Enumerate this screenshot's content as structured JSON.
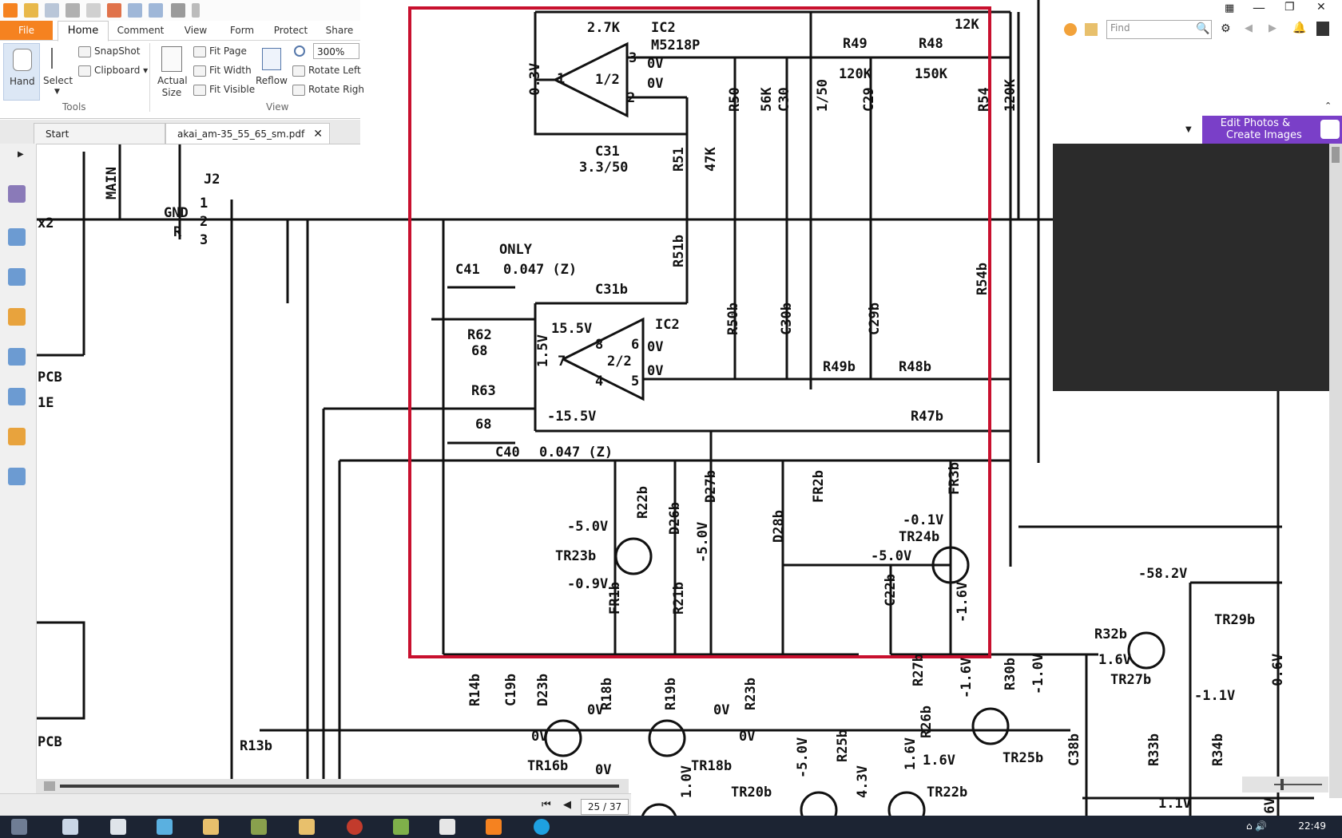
{
  "ribbon": {
    "tabs": [
      {
        "label": "File"
      },
      {
        "label": "Home"
      },
      {
        "label": "Comment"
      },
      {
        "label": "View"
      },
      {
        "label": "Form"
      },
      {
        "label": "Protect"
      },
      {
        "label": "Share"
      }
    ],
    "hand_label": "Hand",
    "select_label": "Select",
    "snapshot_label": "SnapShot",
    "clipboard_label": "Clipboard",
    "actual_size_label": "Actual Size",
    "fit_page_label": "Fit Page",
    "fit_width_label": "Fit Width",
    "fit_visible_label": "Fit Visible",
    "reflow_label": "Reflow",
    "zoom_value": "300%",
    "rotate_left_label": "Rotate Left",
    "rotate_right_label": "Rotate Righ",
    "group_tools": "Tools",
    "group_view": "View"
  },
  "doc_tabs": {
    "start": "Start",
    "file": "akai_am-35_55_65_sm.pdf"
  },
  "status": {
    "page": "25 / 37"
  },
  "right_window": {
    "find_placeholder": "Find",
    "edit_photos_line1": "Edit Photos &",
    "edit_photos_line2": "Create Images"
  },
  "taskbar": {
    "clock": "22:49"
  },
  "schematic": {
    "labels": [
      "2.7K",
      "IC2",
      "M5218P",
      "12K",
      "R49",
      "R48",
      "120K",
      "150K",
      "-0.3V",
      "0V",
      "1/2",
      "R50",
      "56K",
      "C30",
      "1/50",
      "C29",
      "R54",
      "120K",
      "C31",
      "3.3/50",
      "R51",
      "47K",
      "ONLY",
      "C41",
      "0.047 (Z)",
      "C31b",
      "R51b",
      "R54b",
      "R62",
      "68",
      "15.5V",
      "IC2",
      "2/2",
      "1.5V",
      "R50b",
      "C30b",
      "C29b",
      "R49b",
      "R48b",
      "R63",
      "68",
      "-15.5V",
      "R47b",
      "C40",
      "0.047 (Z)",
      "-5.0V",
      "R22b",
      "D27b",
      "D26b",
      "TR23b",
      "-0.9V",
      "-5.0V",
      "FR1b",
      "R21b",
      "D28b",
      "FR2b",
      "FR3b",
      "-0.1V",
      "TR24b",
      "-5.0V",
      "C22b",
      "-1.6V",
      "-58.2V",
      "TR29b",
      "R32b",
      "1.6V",
      "TR27b",
      "-1.1V",
      "R14b",
      "C19b",
      "D23b",
      "R18b",
      "R19b",
      "R23b",
      "R27b",
      "R30b",
      "-1.0V",
      "TR16b",
      "TR18b",
      "R13b",
      "PCB",
      "PCB",
      "R25b",
      "R26b",
      "-1.6V",
      "1.6V",
      "TR25b",
      "C38b",
      "R33b",
      "R34b",
      "TR20b",
      "TR22b",
      "-5.0V",
      "4.3V",
      "1.6V",
      "1.0V",
      "1.1V",
      "J2",
      "GND",
      "R",
      "1",
      "2",
      "3",
      "MAIN",
      "x2",
      "1E",
      "1",
      "2",
      "3",
      "4",
      "5",
      "6",
      "7",
      "8",
      "0V",
      "0V",
      "0V",
      "0V",
      "0V",
      "0V",
      "0V",
      "0V",
      "-0.6V",
      "-6V"
    ]
  }
}
